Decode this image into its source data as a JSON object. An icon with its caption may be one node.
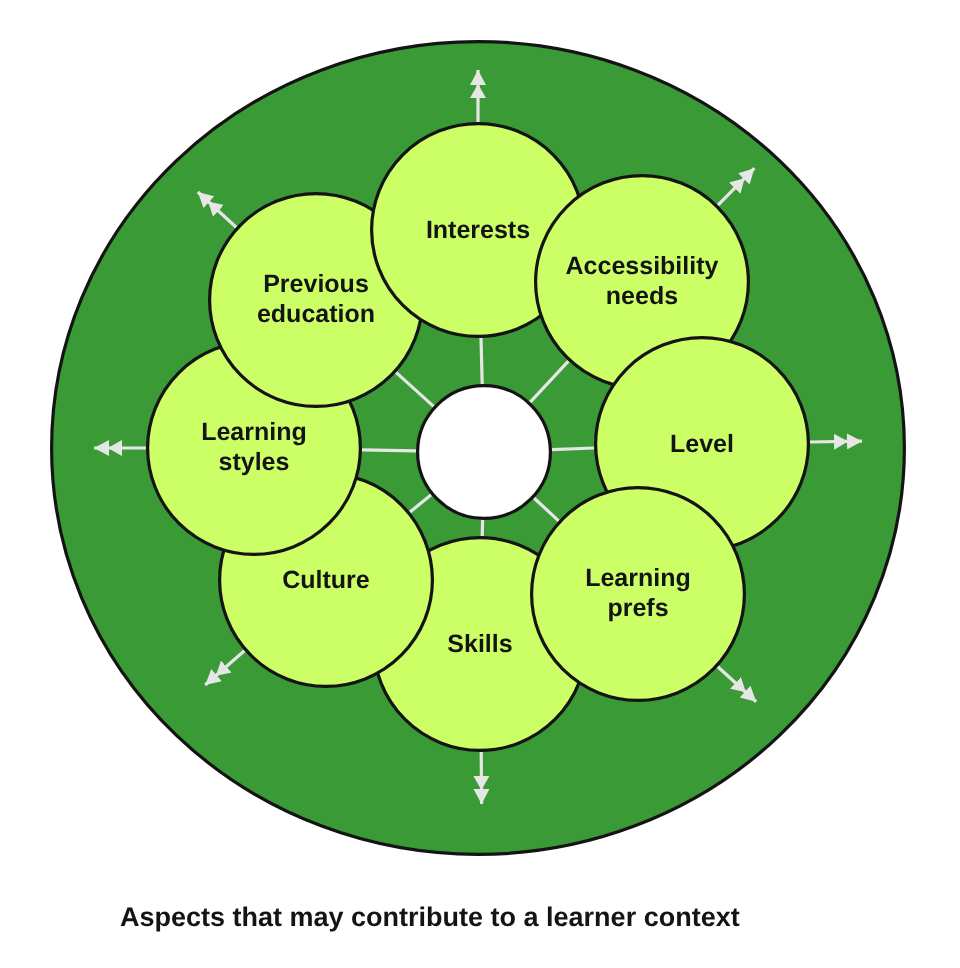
{
  "diagram": {
    "caption": "Aspects that may contribute to a learner context",
    "nodes": [
      {
        "text": [],
        "shape": "circle"
      },
      {
        "text": [
          "Interests"
        ],
        "in": 0
      },
      {
        "text": [
          "Accessibility needs"
        ],
        "in": 0
      },
      {
        "text": [
          "Level"
        ],
        "in": 0
      },
      {
        "text": [
          "Learning prefs"
        ],
        "in": 0
      },
      {
        "text": [
          "Skills"
        ],
        "in": 0
      },
      {
        "text": [
          "Culture"
        ],
        "in": 0
      },
      {
        "text": [
          "Learning styles"
        ],
        "in": 0
      },
      {
        "text": [
          "Previous education"
        ],
        "in": 0
      },
      {
        "text": [],
        "shape": "circle",
        "in": 0
      }
    ],
    "edges": [
      {
        "from": 9,
        "to": 1,
        "arrow": "none"
      },
      {
        "from": 9,
        "to": 2,
        "arrow": "none"
      },
      {
        "from": 9,
        "to": 3,
        "arrow": "none"
      },
      {
        "from": 9,
        "to": 4,
        "arrow": "none"
      },
      {
        "from": 9,
        "to": 5,
        "arrow": "none"
      },
      {
        "from": 9,
        "to": 6,
        "arrow": "none"
      },
      {
        "from": 9,
        "to": 7,
        "arrow": "none"
      },
      {
        "from": 9,
        "to": 8,
        "arrow": "none"
      },
      {
        "from": 1,
        "to": null,
        "arrow": "to"
      },
      {
        "from": 2,
        "to": null,
        "arrow": "to"
      },
      {
        "from": 3,
        "to": null,
        "arrow": "to"
      },
      {
        "from": 4,
        "to": null,
        "arrow": "to"
      },
      {
        "from": 5,
        "to": null,
        "arrow": "to"
      },
      {
        "from": 6,
        "to": null,
        "arrow": "to"
      },
      {
        "from": 7,
        "to": null,
        "arrow": "to"
      },
      {
        "from": 8,
        "to": null,
        "arrow": "to"
      }
    ]
  }
}
